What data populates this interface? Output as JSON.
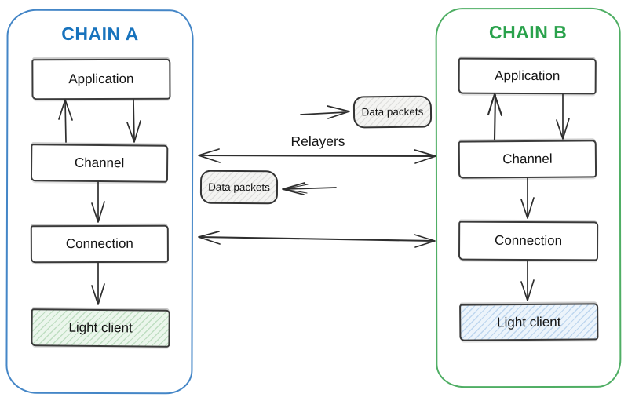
{
  "chain_a": {
    "title": "CHAIN A",
    "title_color": "#1873bd",
    "border_color": "#4486c7",
    "boxes": {
      "application": "Application",
      "channel": "Channel",
      "connection": "Connection",
      "light_client": "Light client"
    },
    "light_client_colors": {
      "fill": "#ebf6ec",
      "hatch": "#58a55f"
    }
  },
  "chain_b": {
    "title": "CHAIN B",
    "title_color": "#2aa24c",
    "border_color": "#4fae64",
    "boxes": {
      "application": "Application",
      "channel": "Channel",
      "connection": "Connection",
      "light_client": "Light client"
    },
    "light_client_colors": {
      "fill": "#ecf4fb",
      "hatch": "#5c97d4"
    }
  },
  "relayer": {
    "label": "Relayers",
    "packet_top_label": "Data packets",
    "packet_bottom_label": "Data packets",
    "packet_fill": "#f4f4f2"
  },
  "style_colors": {
    "node_border": "#3a3a3a",
    "arrow": "#2e2e2e",
    "background": "#ffffff"
  }
}
